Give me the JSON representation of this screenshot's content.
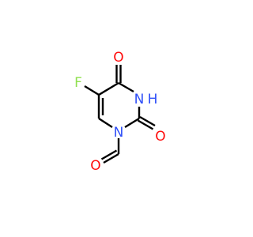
{
  "molecule": {
    "atoms": {
      "fluorine": {
        "symbol": "F",
        "color": "#90e050"
      },
      "carbonyl_oxygen_top": {
        "symbol": "O",
        "color": "#ff0d0d"
      },
      "ring_nitrogen_h": {
        "symbol": "N",
        "hydrogen": "H",
        "color": "#3050f8"
      },
      "carbonyl_oxygen_right": {
        "symbol": "O",
        "color": "#ff0d0d"
      },
      "ring_nitrogen": {
        "symbol": "N",
        "color": "#3050f8"
      },
      "formyl_oxygen": {
        "symbol": "O",
        "color": "#ff0d0d"
      }
    }
  }
}
